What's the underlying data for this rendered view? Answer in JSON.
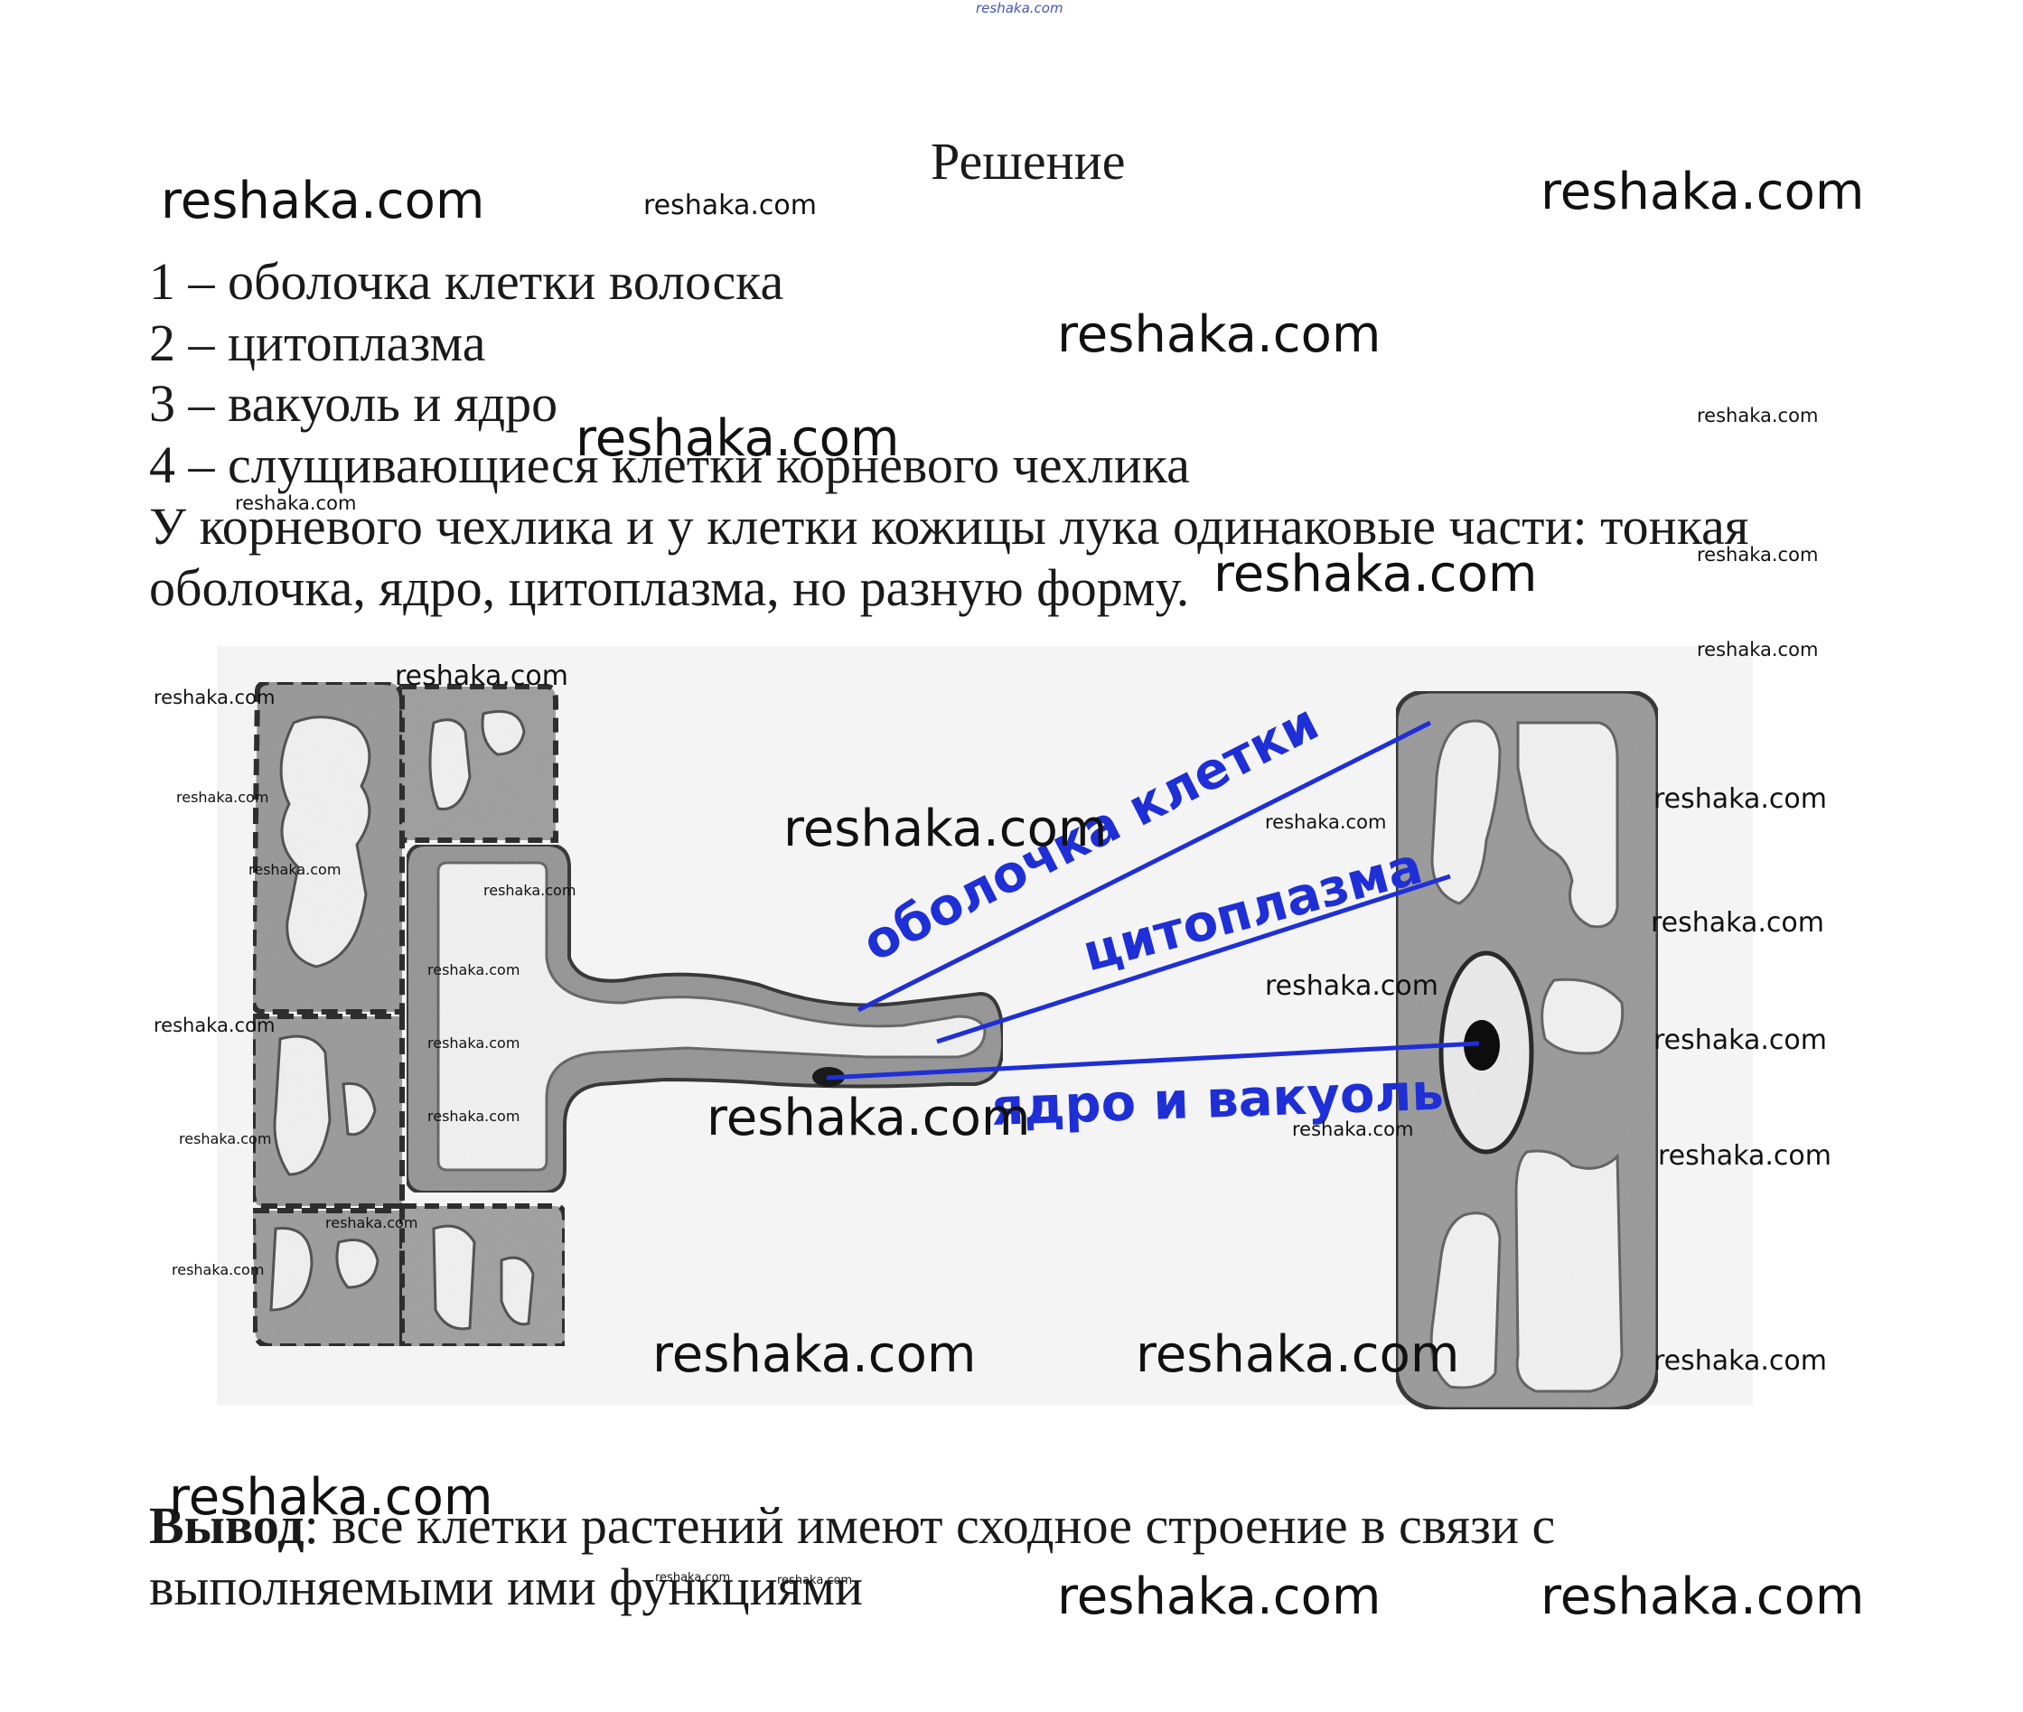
{
  "site_top": "reshaka.com",
  "title": "Решение",
  "items": [
    "1 – оболочка клетки волоска",
    "2 – цитоплазма",
    "3 – вакуоль и ядро",
    "4 – слущивающиеся клетки корневого чехлика"
  ],
  "paragraph": [
    "У корневого чехлика и у клетки кожицы лука одинаковые части: тонкая",
    "оболочка, ядро, цитоплазма, но разную форму."
  ],
  "figure_labels": {
    "membrane": "оболочка клетки",
    "cytoplasm": "цитоплазма",
    "nucleus": "ядро и вакуоль"
  },
  "conclusion": {
    "bold": "Вывод",
    "rest": ": все клетки растений имеют сходное строение в связи с",
    "line2": "выполняемыми ими функциями"
  },
  "watermark": "reshaka.com",
  "colors": {
    "label_blue": "#1f2fd6",
    "cell_fill": "#9a9a9a",
    "cell_edge": "#3a3a3a"
  }
}
